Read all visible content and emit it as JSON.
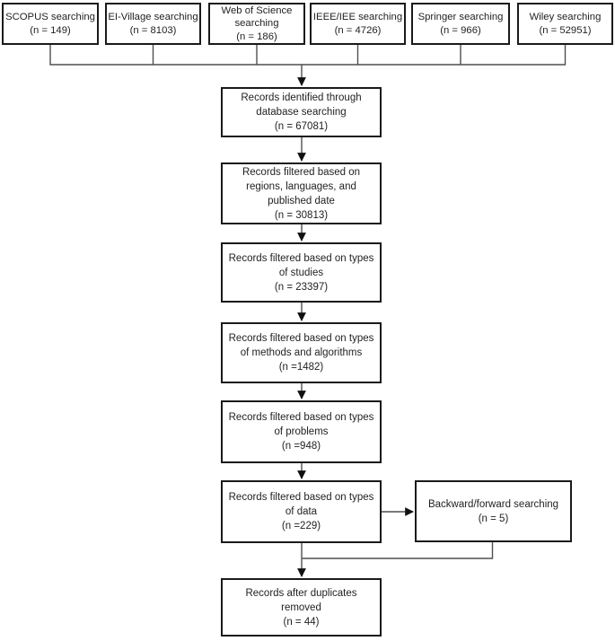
{
  "diagram": {
    "kind": "systematic-review-search-flowchart",
    "sources": [
      {
        "id": "scopus",
        "text": "SCOPUS searching\n(n = 149)"
      },
      {
        "id": "ei-village",
        "text": "EI-Village searching\n(n = 8103)"
      },
      {
        "id": "web-of-science",
        "text": "Web of Science\nsearching\n(n = 186)"
      },
      {
        "id": "ieee-iee",
        "text": "IEEE/IEE searching\n(n = 4726)"
      },
      {
        "id": "springer",
        "text": "Springer searching\n(n = 966)"
      },
      {
        "id": "wiley",
        "text": "Wiley searching\n(n = 52951)"
      }
    ],
    "flow": [
      {
        "id": "records-identified",
        "text": "Records identified through\ndatabase searching\n(n = 67081)"
      },
      {
        "id": "filter-regions-lang-date",
        "text": "Records filtered based on\nregions, languages, and\npublished date\n(n = 30813)"
      },
      {
        "id": "filter-study-types",
        "text": "Records filtered based on types\nof studies\n(n = 23397)"
      },
      {
        "id": "filter-methods-algorithms",
        "text": "Records filtered based on types\nof methods and algorithms\n(n =1482)"
      },
      {
        "id": "filter-problem-types",
        "text": "Records filtered based on types\nof problems\n(n =948)"
      },
      {
        "id": "filter-data-types",
        "text": "Records filtered based on types\nof data\n(n =229)"
      },
      {
        "id": "duplicates-removed",
        "text": "Records after duplicates\nremoved\n(n = 44)"
      }
    ],
    "side_box": {
      "id": "backward-forward",
      "text": "Backward/forward searching\n(n = 5)"
    }
  },
  "colors": {
    "background": "#ffffff",
    "box_fill": "#ffffff",
    "border": "#1a1a1a",
    "line": "#4f4f4f",
    "arrow": "#111111",
    "text": "#1f1f1f"
  }
}
